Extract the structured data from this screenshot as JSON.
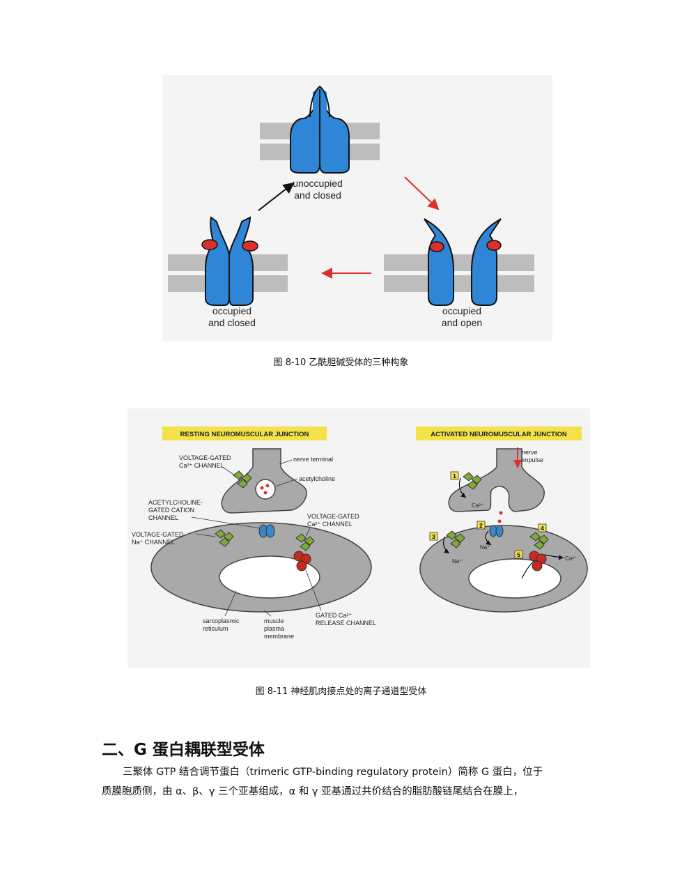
{
  "figure1": {
    "labels": {
      "top_line1": "unoccupied",
      "top_line2": "and closed",
      "left_line1": "occupied",
      "left_line2": "and closed",
      "right_line1": "occupied",
      "right_line2": "and open"
    },
    "caption": "图 8-10 乙酰胆碱受体的三种构象",
    "colors": {
      "receptor": "#2f86d6",
      "ligand": "#d8322a",
      "membrane": "#bdbdbd",
      "arrow_black": "#111111",
      "arrow_red": "#d8322a"
    }
  },
  "figure2": {
    "resting_title": "RESTING NEUROMUSCULAR JUNCTION",
    "activated_title": "ACTIVATED NEUROMUSCULAR JUNCTION",
    "labels": {
      "vg_ca_1": "VOLTAGE-GATED",
      "vg_ca_2": "Ca²⁺ CHANNEL",
      "nerve_terminal": "nerve terminal",
      "acetylcholine": "acetylcholine",
      "ach_1": "ACETYLCHOLINE-",
      "ach_2": "GATED CATION",
      "ach_3": "CHANNEL",
      "vg_ca2_1": "VOLTAGE-GATED",
      "vg_ca2_2": "Ca²⁺ CHANNEL",
      "vg_na_1": "VOLTAGE-GATED",
      "vg_na_2": "Na⁺ CHANNEL",
      "gated_1": "GATED Ca²⁺",
      "gated_2": "RELEASE CHANNEL",
      "sr_1": "sarcoplasmic",
      "sr_2": "reticulum",
      "mpm_1": "muscle",
      "mpm_2": "plasma",
      "mpm_3": "membrane",
      "nerve_1": "nerve",
      "nerve_2": "impulse",
      "ca_ion": "Ca²⁺",
      "na_ion": "Na⁺",
      "na_ion2": "Na⁺",
      "ca_ion2": "Ca²⁺"
    },
    "steps": [
      "1",
      "2",
      "3",
      "4",
      "5"
    ],
    "caption": "图 8-11 神经肌肉接点处的离子通道型受体",
    "colors": {
      "title_bg": "#f3e24a",
      "tissue": "#a9a9a9",
      "channel_green": "#7faa3a",
      "channel_blue": "#3b86c9",
      "channel_red": "#c82a20"
    }
  },
  "section": {
    "heading": "二、G 蛋白耦联型受体",
    "line1": "三聚体 GTP 结合调节蛋白（trimeric GTP-binding regulatory protein）简称 G 蛋白，位于",
    "line2": "质膜胞质侧，由 α、β、γ 三个亚基组成，α 和 γ 亚基通过共价结合的脂肪酸链尾结合在膜上，"
  }
}
